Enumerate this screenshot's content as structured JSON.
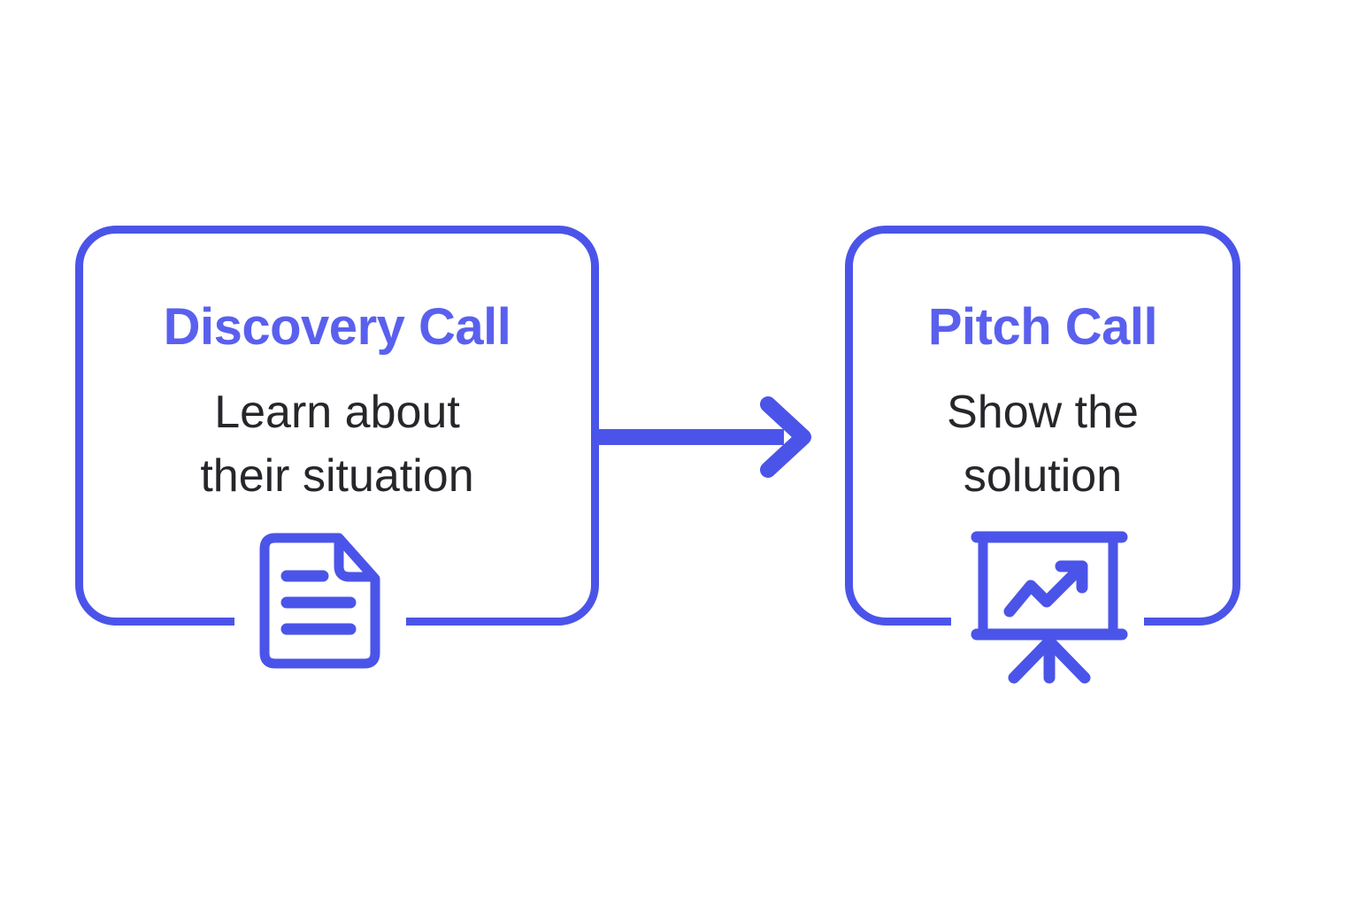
{
  "colors": {
    "stroke": "#4B54E8",
    "title": "#5A60EE",
    "body": "#26262B",
    "background": "#FFFFFF"
  },
  "diagram": {
    "type": "flowchart",
    "steps": [
      {
        "title": "Discovery Call",
        "description_line1": "Learn about",
        "description_line2": "their situation",
        "icon": "document-icon"
      },
      {
        "title": "Pitch Call",
        "description_line1": "Show the",
        "description_line2": "solution",
        "icon": "presentation-chart-icon"
      }
    ],
    "connector": {
      "from": "Discovery Call",
      "to": "Pitch Call",
      "icon": "arrow-right-icon"
    }
  }
}
